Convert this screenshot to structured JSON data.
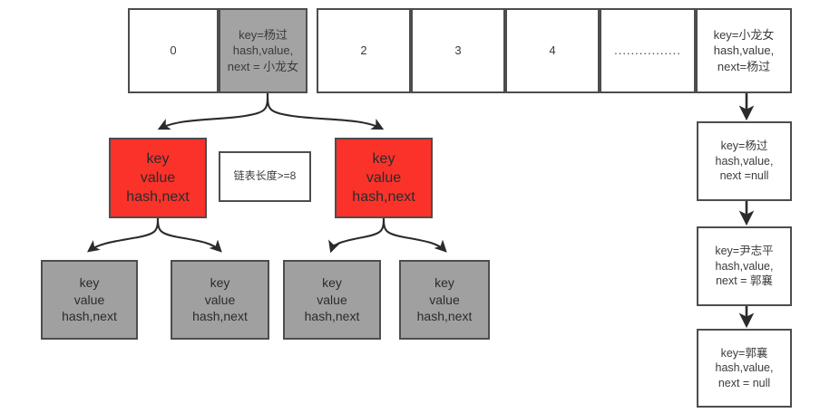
{
  "diagram": {
    "title": "HashMap bucket array with treeified bin and linked list",
    "colors": {
      "red_node": "#fb322a",
      "grey_node": "#a0a0a0",
      "array_filled": "#a3a3a3",
      "stroke": "#4d4d4d",
      "text": "#3b3b3b",
      "background": "#ffffff"
    }
  },
  "array": {
    "cells": [
      {
        "id": "cell-0",
        "filled": false,
        "lines": [
          "0"
        ]
      },
      {
        "id": "cell-1",
        "filled": true,
        "lines": [
          "key=杨过",
          "hash,value,",
          "next = 小龙女"
        ]
      },
      {
        "id": "cell-2",
        "filled": false,
        "lines": [
          "2"
        ]
      },
      {
        "id": "cell-3",
        "filled": false,
        "lines": [
          "3"
        ]
      },
      {
        "id": "cell-4",
        "filled": false,
        "lines": [
          "4"
        ]
      },
      {
        "id": "cell-ellipsis",
        "filled": false,
        "lines": [
          "................"
        ]
      },
      {
        "id": "cell-last",
        "filled": false,
        "lines": [
          "key=小龙女",
          "hash,value,",
          "next=杨过"
        ]
      }
    ]
  },
  "tree": {
    "red_nodes": [
      {
        "id": "red-left",
        "lines": [
          "key",
          "value",
          "hash,next"
        ]
      },
      {
        "id": "red-right",
        "lines": [
          "key",
          "value",
          "hash,next"
        ]
      }
    ],
    "grey_nodes": [
      {
        "id": "grey-1",
        "lines": [
          "key",
          "value",
          "hash,next"
        ]
      },
      {
        "id": "grey-2",
        "lines": [
          "key",
          "value",
          "hash,next"
        ]
      },
      {
        "id": "grey-3",
        "lines": [
          "key",
          "value",
          "hash,next"
        ]
      },
      {
        "id": "grey-4",
        "lines": [
          "key",
          "value",
          "hash,next"
        ]
      }
    ]
  },
  "note": {
    "text": "链表长度>=8"
  },
  "linked_list": {
    "nodes": [
      {
        "id": "ll-1",
        "lines": [
          "key=杨过",
          "hash,value,",
          "next =null"
        ]
      },
      {
        "id": "ll-2",
        "lines": [
          "key=尹志平",
          "hash,value,",
          "next = 郭襄"
        ]
      },
      {
        "id": "ll-3",
        "lines": [
          "key=郭襄",
          "hash,value,",
          "next = null"
        ]
      }
    ]
  }
}
